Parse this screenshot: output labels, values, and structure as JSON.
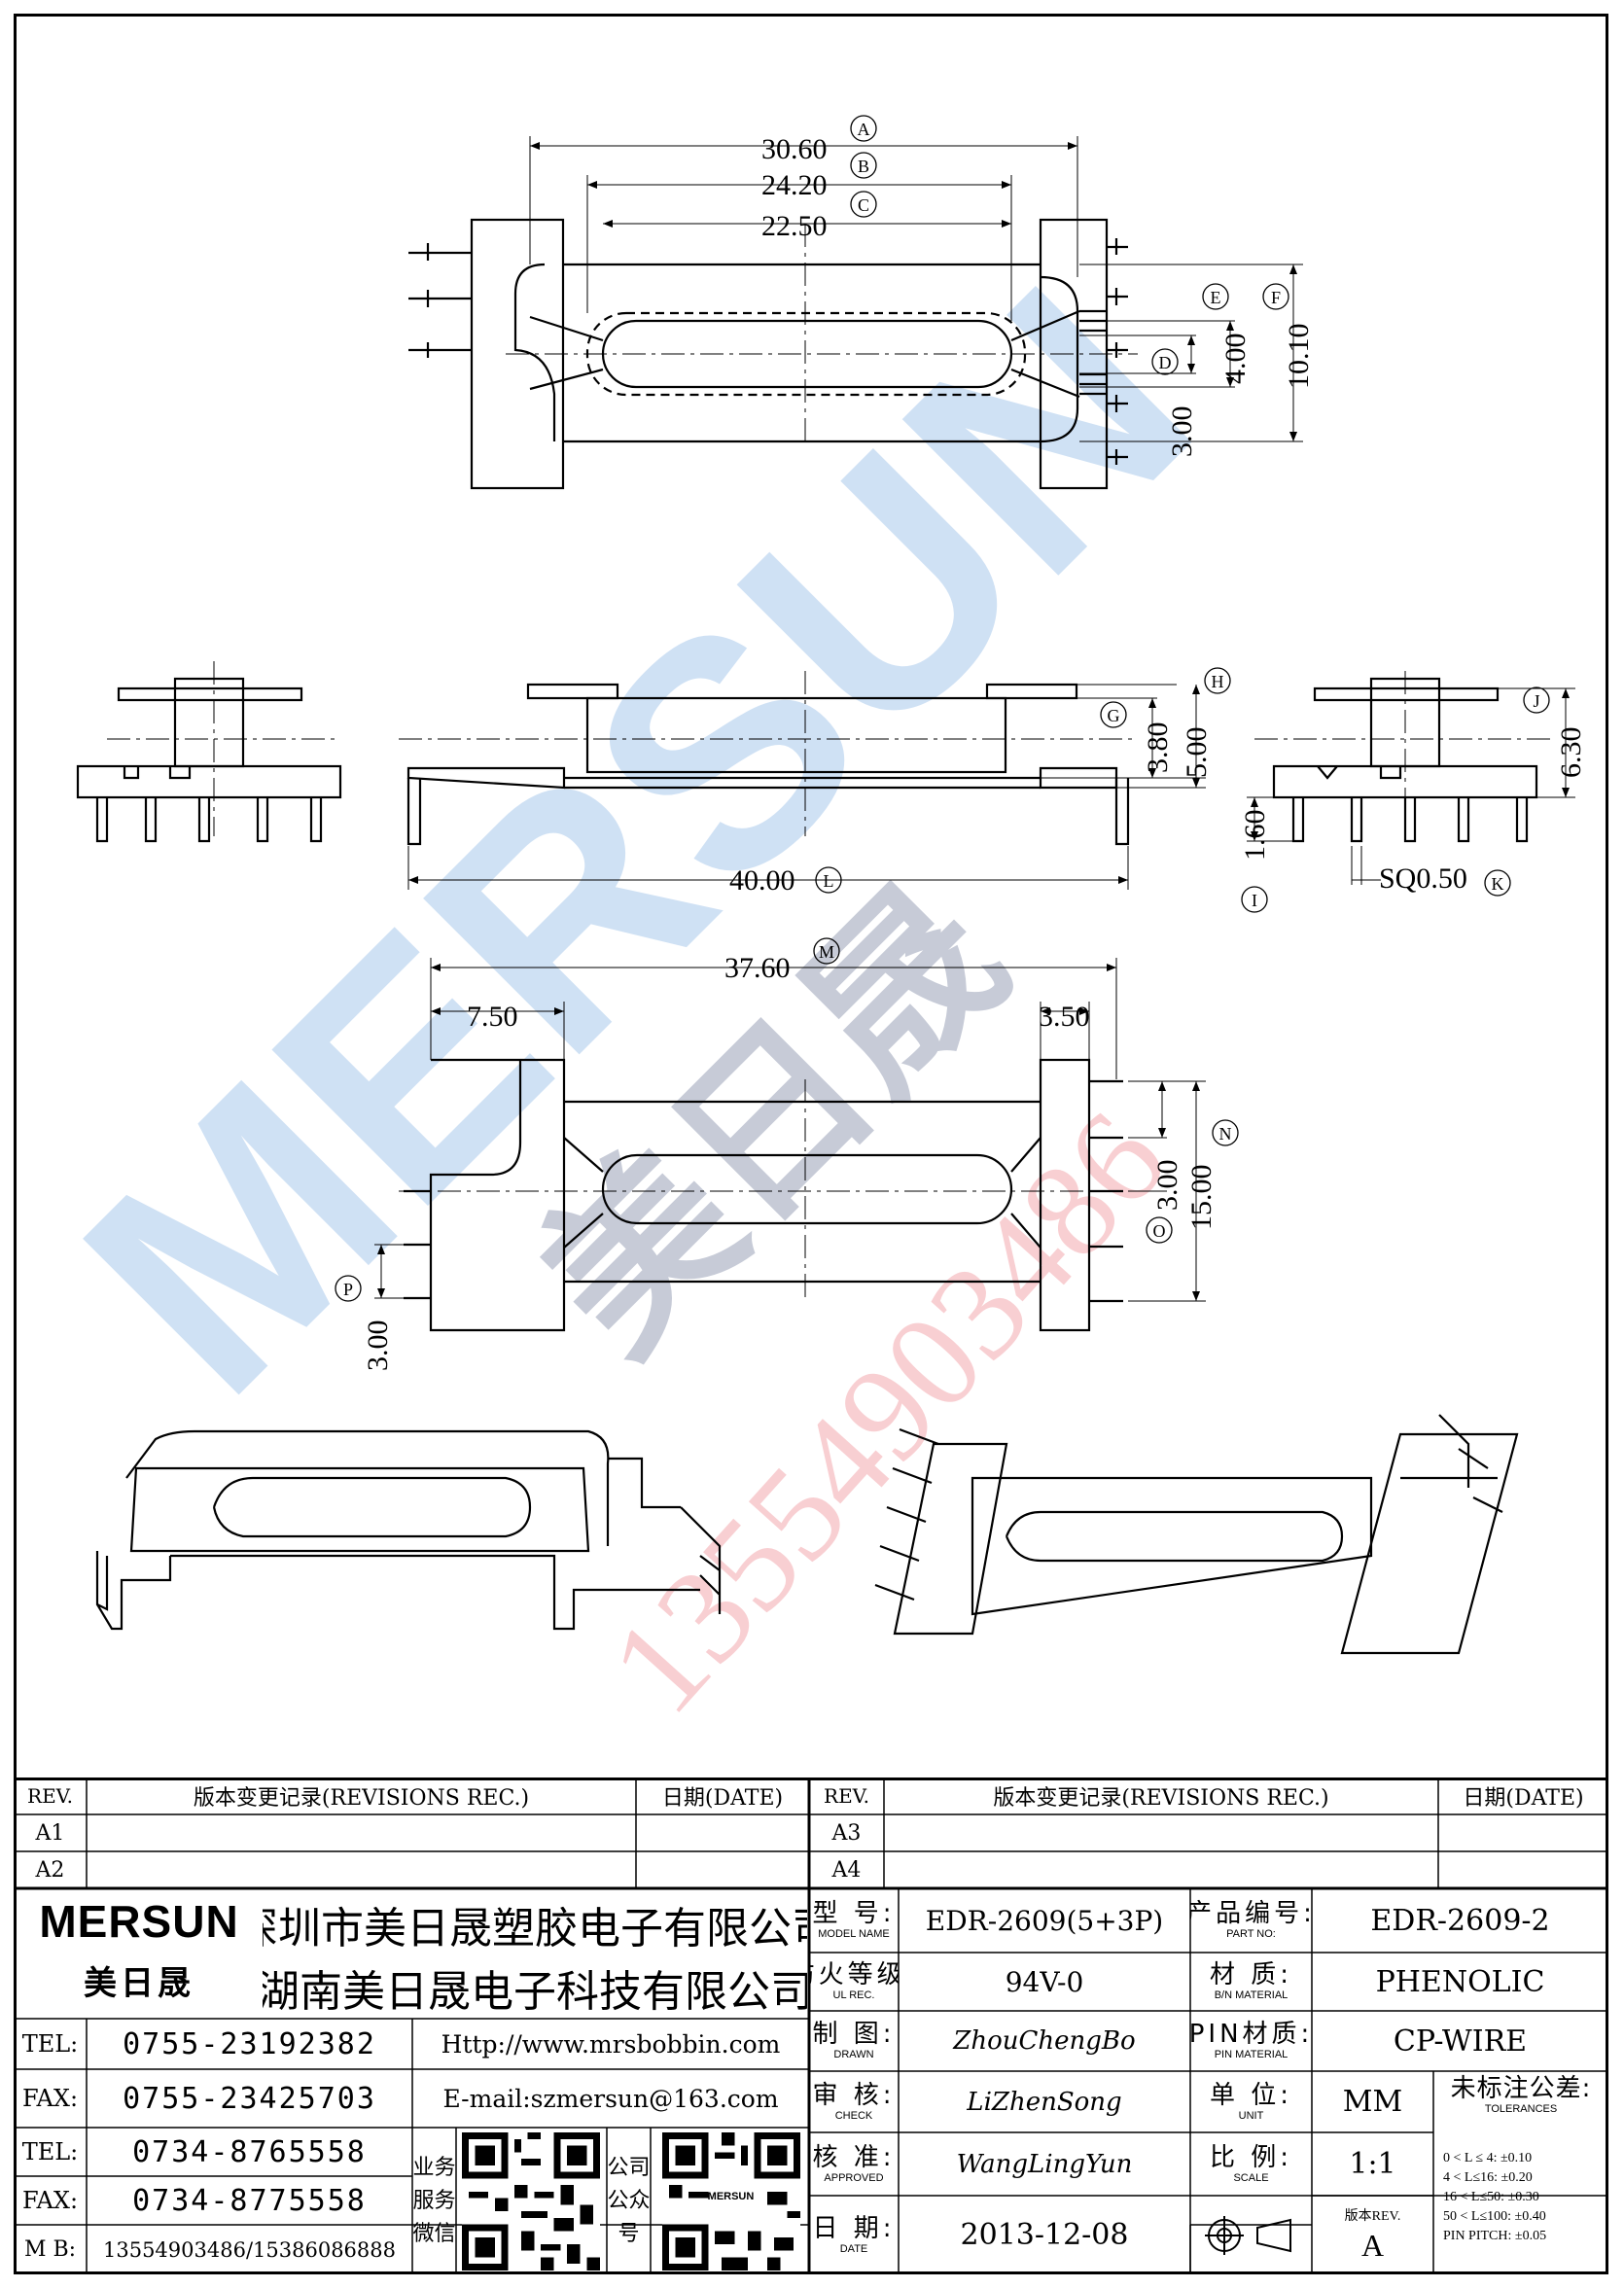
{
  "dims": {
    "a": "30.60",
    "b": "24.20",
    "c": "22.50",
    "d": "3.00",
    "e": "4.00",
    "f": "10.10",
    "g": "3.80",
    "h": "5.00",
    "i": "1.60",
    "j": "6.30",
    "k": "SQ0.50",
    "l": "40.00",
    "m": "37.60",
    "n": "15.00",
    "o": "3.00",
    "p": "3.00",
    "left_offset": "7.50",
    "right_offset": "3.50"
  },
  "refs": {
    "a": "A",
    "b": "B",
    "c": "C",
    "d": "D",
    "e": "E",
    "f": "F",
    "g": "G",
    "h": "H",
    "i": "I",
    "j": "J",
    "k": "K",
    "l": "L",
    "m": "M",
    "n": "N",
    "o": "O",
    "p": "P"
  },
  "watermark": {
    "brand": "MERSUN",
    "cn": "美日晟",
    "phone": "13554903486"
  },
  "revisions": {
    "rev_label": "REV.",
    "rec_label": "版本变更记录(REVISIONS REC.)",
    "date_label": "日期(DATE)",
    "left_rows": [
      "A1",
      "A2"
    ],
    "right_rows": [
      "A3",
      "A4"
    ]
  },
  "company": {
    "logo": "MERSUN",
    "logo_cn": "美日晟",
    "name1": "深圳市美日晟塑胶电子有限公司",
    "name2": "湖南美日晟电子科技有限公司",
    "tel_label": "TEL:",
    "fax_label": "FAX:",
    "mb_label": "M B:",
    "tel1": "0755-23192382",
    "fax1": "0755-23425703",
    "tel2": "0734-8765558",
    "fax2": "0734-8775558",
    "mobile": "13554903486/15386086888",
    "web": "Http://www.mrsbobbin.com",
    "email": "E-mail:szmersun@163.com",
    "qr1_label": [
      "业务",
      "服务",
      "微信"
    ],
    "qr2_label": [
      "公司",
      "公众",
      "号"
    ],
    "qr2_logo": "MERSUN"
  },
  "spec": {
    "model_cn": "型  号:",
    "model_en": "MODEL NAME",
    "model": "EDR-2609(5+3P)",
    "part_cn": "产品编号:",
    "part_en": "PART NO:",
    "part": "EDR-2609-2",
    "ul_cn": "防火等级:",
    "ul_en": "UL REC.",
    "ul": "94V-0",
    "bmat_cn": "材  质:",
    "bmat_en": "B/N MATERIAL",
    "bmat": "PHENOLIC",
    "drawn_cn": "制  图:",
    "drawn_en": "DRAWN",
    "drawn": "ZhouChengBo",
    "pmat_cn": "PIN材质:",
    "pmat_en": "PIN MATERIAL",
    "pmat": "CP-WIRE",
    "check_cn": "审  核:",
    "check_en": "CHECK",
    "check": "LiZhenSong",
    "unit_cn": "单  位:",
    "unit_en": "UNIT",
    "unit": "MM",
    "tol_cn": "未标注公差:",
    "tol_en": "TOLERANCES",
    "tolerances": [
      "0 < L ≤  4:    ±0.10",
      "4 < L≤16:    ±0.20",
      "16 < L≤50:   ±0.30",
      "50 < L≤100:  ±0.40",
      "PIN PITCH:     ±0.05"
    ],
    "appr_cn": "核  准:",
    "appr_en": "APPROVED",
    "approved": "WangLingYun",
    "scale_cn": "比  例:",
    "scale_en": "SCALE",
    "scale": "1:1",
    "date_cn": "日  期:",
    "date_en": "DATE",
    "date": "2013-12-08",
    "ver_cn": "版本REV.",
    "ver": "A"
  }
}
